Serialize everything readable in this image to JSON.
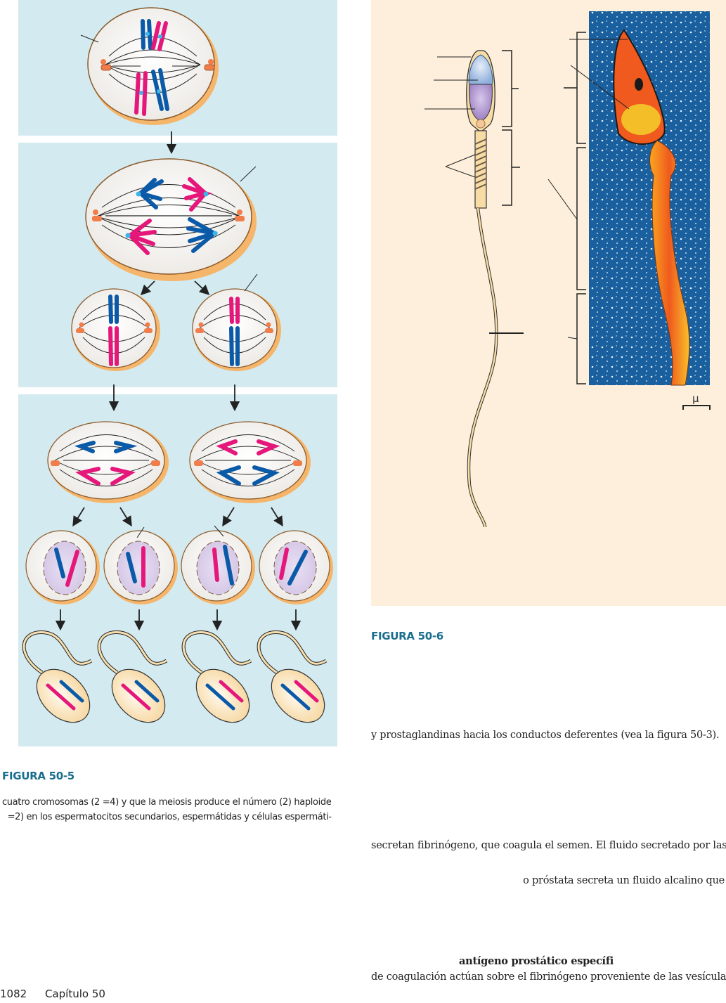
{
  "page": {
    "number": "1082",
    "chapter": "Capítulo 50"
  },
  "figure_50_5": {
    "label": "FIGURA 50-5",
    "caption_lines": [
      "cuatro cromosomas (2  =4) y que la meiosis produce el número (2) haploide",
      "  =2) en los espermatocitos secundarios, espermátidas y células espermáti-"
    ],
    "stages": [
      "primary-spermatocyte",
      "meiosis-I-anaphase",
      "secondary-spermatocytes",
      "meiosis-II-anaphase",
      "spermatids",
      "sperm-cells"
    ],
    "colors": {
      "panel": "#d3ebf0",
      "maternal_chromosome": "#e5177a",
      "paternal_chromosome": "#0b5aa8",
      "centromere": "#3db4e8",
      "centriole": "#f07d4a",
      "cell_rim": "#f5b56a"
    }
  },
  "figure_50_6": {
    "label": "FIGURA 50-6",
    "scale_symbol": "μ",
    "colors": {
      "panel": "#fdefdb",
      "acrosome": "#a9c3e6",
      "nucleus": "#a68cc9",
      "micrograph_bg": "#1a5f9e",
      "micrograph_cell": "#f05a1e"
    }
  },
  "body_text": {
    "line1": "y prostaglandinas hacia los conductos deferentes (vea la figura 50-3).",
    "line2": "secretan fibrinógeno, que coagula el semen. El fluido secretado por las",
    "line3": "o próstata secreta un fluido alcalino que",
    "bold_term": "antígeno prostático específi",
    "line4": "de coagulación actúan sobre el fibrinógeno proveniente de las vesículas"
  },
  "accent": "#1a6e8e"
}
